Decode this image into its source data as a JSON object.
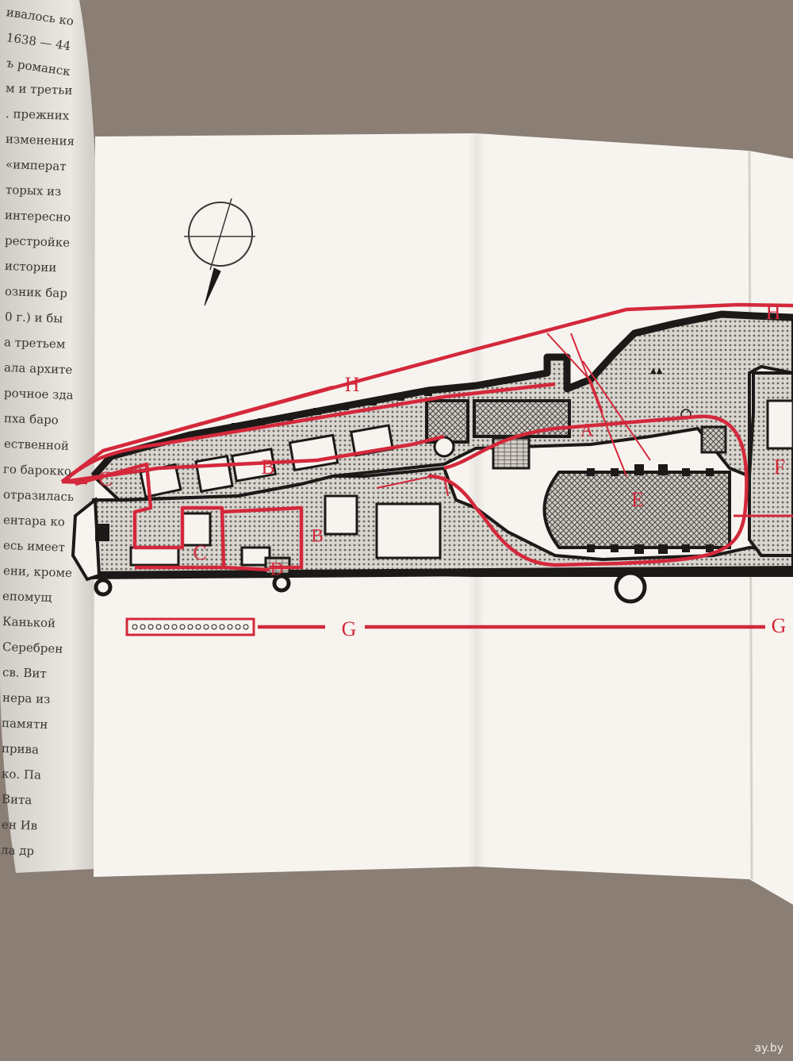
{
  "plan_labels": {
    "a": "A",
    "b": "B",
    "c": "C",
    "d": "D",
    "e": "E",
    "f": "F",
    "g": "G",
    "h": "H"
  },
  "book_text_lines": [
    "ивалось ко",
    "1638 — 44",
    "ъ романск",
    "м и третьи",
    ". прежних",
    "изменения",
    "«императ",
    "торых из",
    "интересно",
    "рестройке",
    "истории",
    "озник бар",
    "0 г.) и бы",
    "а третьем",
    "ала архите",
    "рочное зда",
    "пха баро",
    "ественной",
    "го барокко",
    "отразилась",
    "ентара ко",
    "есь имеет",
    "ени, кроме",
    "епомущ",
    "Канькой",
    "Серебрен",
    "св. Вит",
    "нера из",
    "памятн",
    "прива",
    "ко. Па",
    "Вита",
    "ен Ив",
    "ла др"
  ],
  "watermark": "ay.by",
  "colors": {
    "plan_red": "#d4283b",
    "plan_black": "#1c1a18",
    "paper": "#f6f3ee",
    "backdrop": "#8a7e75"
  }
}
